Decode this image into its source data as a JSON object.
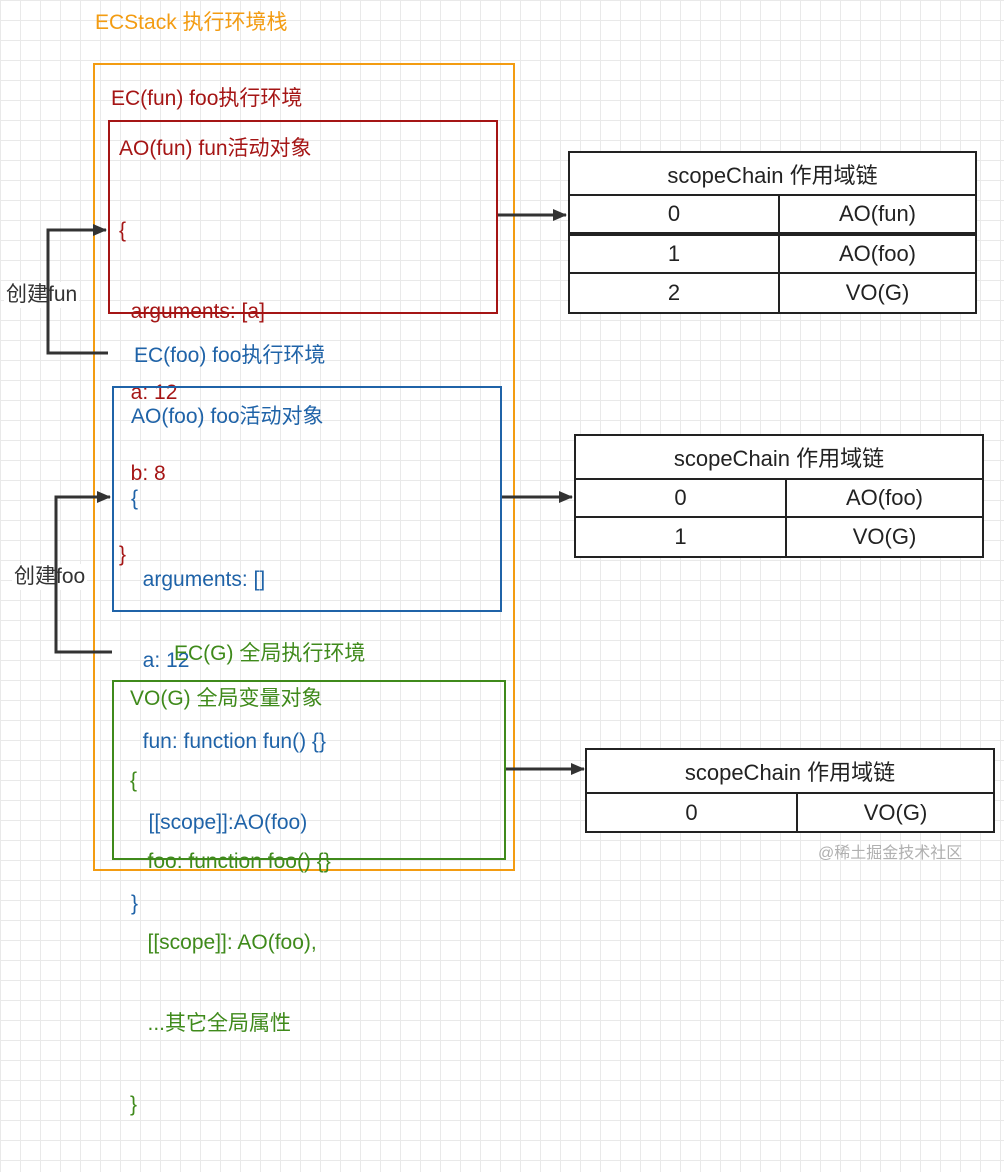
{
  "stack_title": "ECStack 执行环境栈",
  "contexts": {
    "fun": {
      "title": "EC(fun) foo执行环境",
      "ao_title": "AO(fun) fun活动对象",
      "lines": [
        "{",
        "  arguments: [a]",
        "  a: 12",
        "  b: 8",
        "}"
      ]
    },
    "foo": {
      "title": "EC(foo) foo执行环境",
      "ao_title": "AO(foo) foo活动对象",
      "lines": [
        "{",
        "  arguments: []",
        "  a: 12",
        "  fun: function fun() {}",
        "   [[scope]]:AO(foo)",
        "}"
      ]
    },
    "global": {
      "title": "EC(G)  全局执行环境",
      "vo_title": "VO(G) 全局变量对象",
      "lines": [
        "{",
        "   foo: function foo() {}",
        "   [[scope]]: AO(foo),",
        "   ...其它全局属性",
        "}"
      ]
    }
  },
  "side_labels": {
    "create_fun": "创建fun",
    "create_foo": "创建foo"
  },
  "scope_chains": {
    "fun": {
      "header": "scopeChain  作用域链",
      "rows": [
        {
          "index": "0",
          "value": "AO(fun)"
        },
        {
          "index": "1",
          "value": "AO(foo)"
        },
        {
          "index": "2",
          "value": "VO(G)"
        }
      ]
    },
    "foo": {
      "header": "scopeChain  作用域链",
      "rows": [
        {
          "index": "0",
          "value": "AO(foo)"
        },
        {
          "index": "1",
          "value": "VO(G)"
        }
      ]
    },
    "global": {
      "header": "scopeChain  作用域链",
      "rows": [
        {
          "index": "0",
          "value": "VO(G)"
        }
      ]
    }
  },
  "watermark": "@稀土掘金技术社区",
  "colors": {
    "stack": "#f39c12",
    "fun": "#a51515",
    "foo": "#1f63a8",
    "global": "#3f8a1b",
    "line": "#333333"
  }
}
